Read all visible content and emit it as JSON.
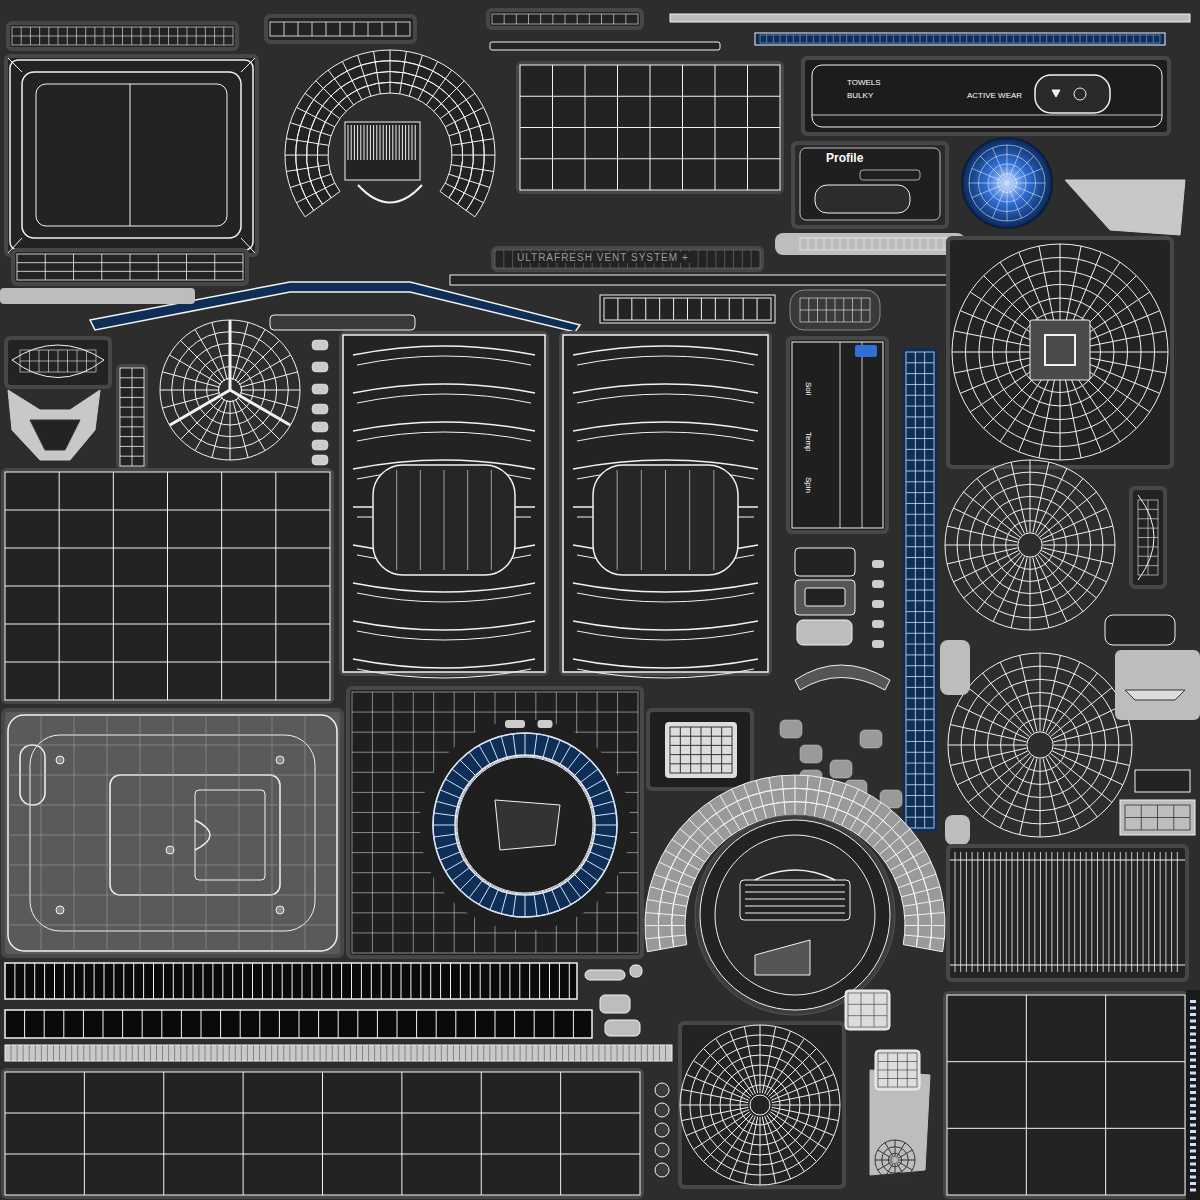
{
  "diagram": {
    "labels": [
      "ULTRAFRESH VENT SYSTEM +",
      "Profile",
      "TOWELS",
      "BULKY",
      "ACTIVE WEAR",
      "Soil",
      "Temp",
      "Spin"
    ]
  }
}
